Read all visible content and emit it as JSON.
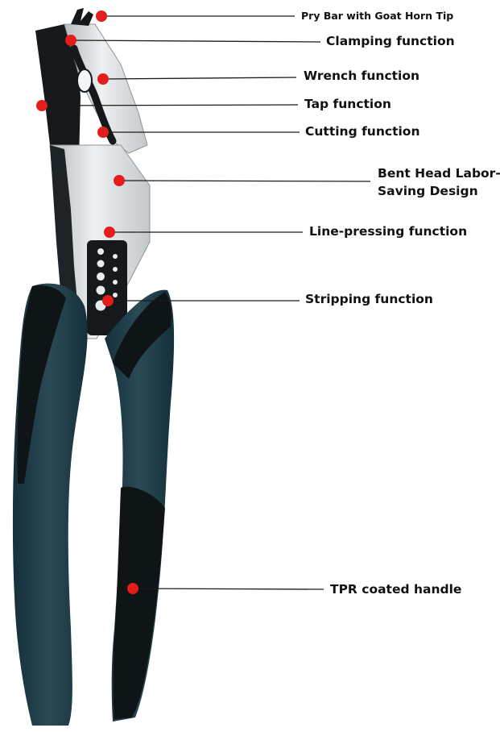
{
  "colors": {
    "marker": "#e41c1c",
    "leader_line": "#1a1a1a",
    "handle_dark": "#1d3a44",
    "handle_black": "#0f1416",
    "steel": "#d8dcde",
    "label_text": "#111111"
  },
  "callouts": [
    {
      "id": "pry-bar",
      "label": "Pry Bar with Goat Horn Tip"
    },
    {
      "id": "clamping",
      "label": "Clamping function"
    },
    {
      "id": "wrench",
      "label": "Wrench function"
    },
    {
      "id": "tap",
      "label": "Tap function"
    },
    {
      "id": "cutting",
      "label": "Cutting function"
    },
    {
      "id": "bent-head",
      "label": "Bent Head Labor-Saving Design",
      "lines": [
        "Bent Head Labor-",
        "Saving Design"
      ]
    },
    {
      "id": "line-pressing",
      "label": "Line-pressing function"
    },
    {
      "id": "stripping",
      "label": "Stripping function"
    },
    {
      "id": "tpr-handle",
      "label": "TPR coated handle"
    }
  ]
}
